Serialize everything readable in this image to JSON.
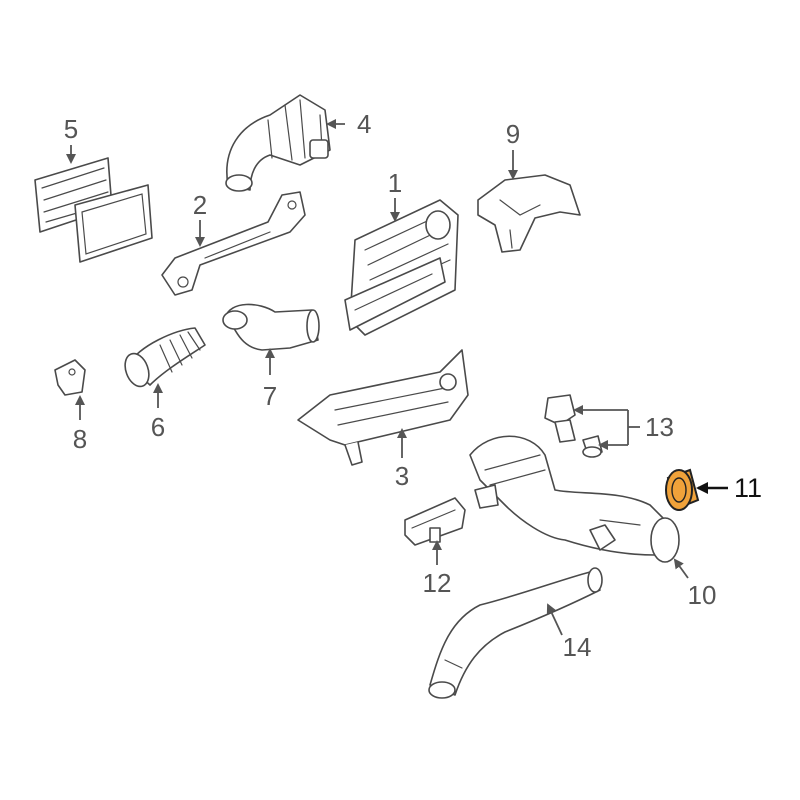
{
  "callouts": {
    "c1": "1",
    "c2": "2",
    "c3": "3",
    "c4": "4",
    "c5": "5",
    "c6": "6",
    "c7": "7",
    "c8": "8",
    "c9": "9",
    "c10": "10",
    "c11": "11",
    "c12": "12",
    "c13": "13",
    "c14": "14"
  },
  "highlighted_part": "11",
  "colors": {
    "highlight": "#f0a23a",
    "line": "#4a4a4a",
    "label": "#555555",
    "background": "#ffffff"
  }
}
